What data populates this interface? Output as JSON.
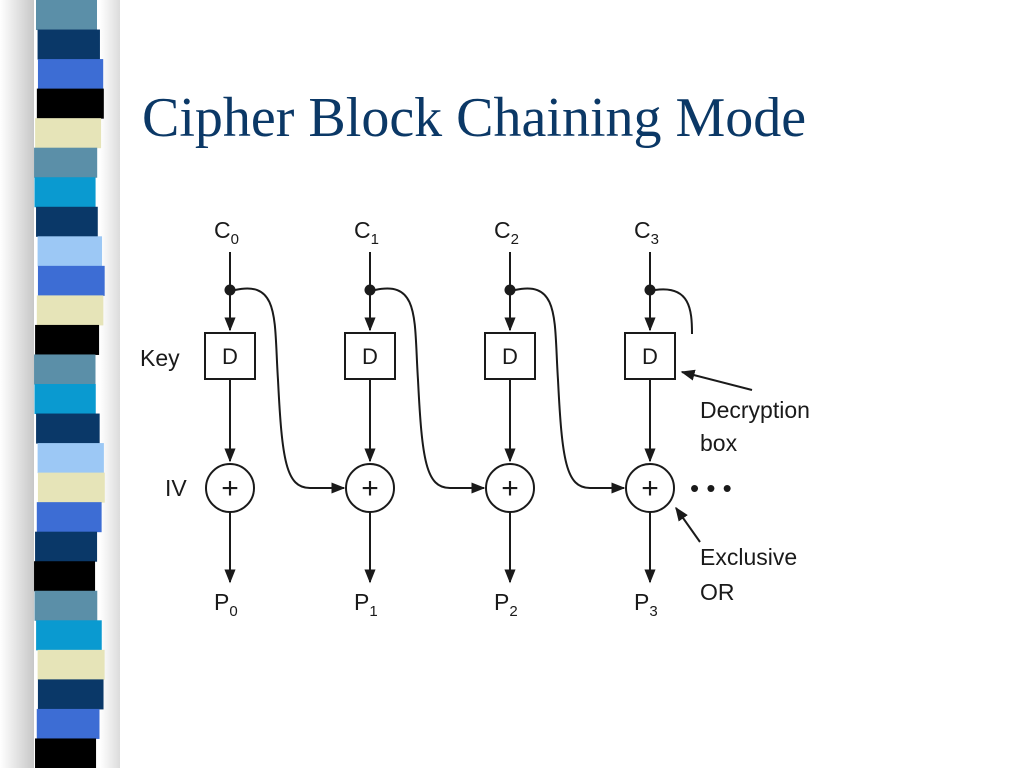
{
  "slide": {
    "title": "Cipher Block Chaining Mode"
  },
  "diagram": {
    "stages": [
      {
        "cipher_main": "C",
        "cipher_sub": "0",
        "box": "D",
        "xor": "+",
        "plain_main": "P",
        "plain_sub": "0"
      },
      {
        "cipher_main": "C",
        "cipher_sub": "1",
        "box": "D",
        "xor": "+",
        "plain_main": "P",
        "plain_sub": "1"
      },
      {
        "cipher_main": "C",
        "cipher_sub": "2",
        "box": "D",
        "xor": "+",
        "plain_main": "P",
        "plain_sub": "2"
      },
      {
        "cipher_main": "C",
        "cipher_sub": "3",
        "box": "D",
        "xor": "+",
        "plain_main": "P",
        "plain_sub": "3"
      }
    ],
    "key_label": "Key",
    "iv_label": "IV",
    "ellipsis": "• • •",
    "annotations": {
      "decryption_line1": "Decryption",
      "decryption_line2": "box",
      "xor_line1": "Exclusive",
      "xor_line2": "OR"
    }
  },
  "colors": {
    "title": "#0b3866",
    "strip": [
      "#5b8fa8",
      "#0a3868",
      "#3d6dd4",
      "#000000",
      "#e6e4b8",
      "#0a9ad0",
      "#9cc8f5"
    ]
  }
}
